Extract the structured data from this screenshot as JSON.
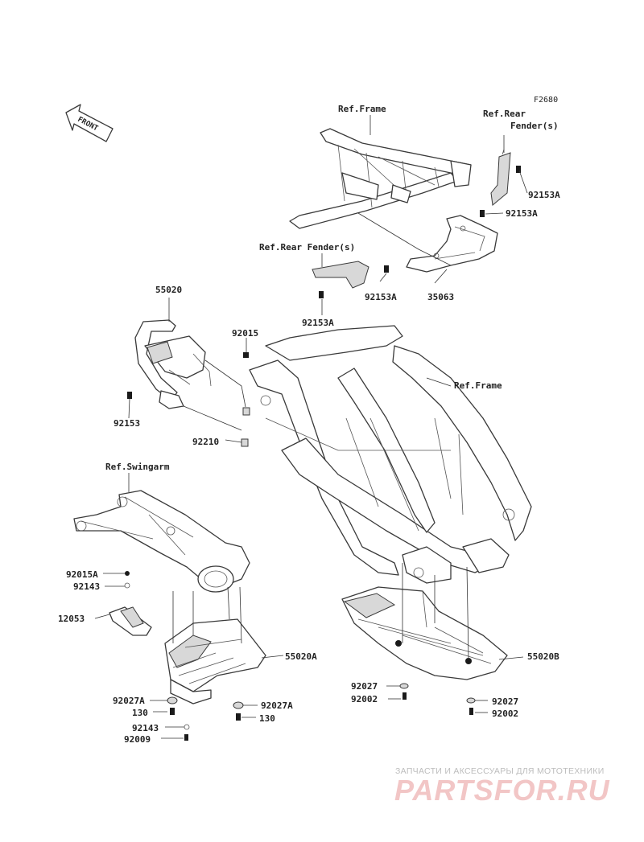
{
  "figure_code": "F2680",
  "front_arrow": "FRONT",
  "reference_labels": {
    "top_frame": "Ref.Frame",
    "rear_fender_right": "Ref.Rear\nFender(s)",
    "rear_fender_left": "Ref.Rear Fender(s)",
    "main_frame": "Ref.Frame",
    "swingarm": "Ref.Swingarm"
  },
  "parts": [
    {
      "id": "92153A_1",
      "number": "92153A"
    },
    {
      "id": "92153A_2",
      "number": "92153A"
    },
    {
      "id": "92153A_3",
      "number": "92153A"
    },
    {
      "id": "92153A_4",
      "number": "92153A"
    },
    {
      "id": "35063",
      "number": "35063"
    },
    {
      "id": "55020",
      "number": "55020"
    },
    {
      "id": "92015",
      "number": "92015"
    },
    {
      "id": "92153",
      "number": "92153"
    },
    {
      "id": "92210",
      "number": "92210"
    },
    {
      "id": "92015A",
      "number": "92015A"
    },
    {
      "id": "92143_1",
      "number": "92143"
    },
    {
      "id": "12053",
      "number": "12053"
    },
    {
      "id": "55020A",
      "number": "55020A"
    },
    {
      "id": "92027A_1",
      "number": "92027A"
    },
    {
      "id": "130_1",
      "number": "130"
    },
    {
      "id": "92143_2",
      "number": "92143"
    },
    {
      "id": "92009",
      "number": "92009"
    },
    {
      "id": "92027A_2",
      "number": "92027A"
    },
    {
      "id": "130_2",
      "number": "130"
    },
    {
      "id": "55020B",
      "number": "55020B"
    },
    {
      "id": "92027_1",
      "number": "92027"
    },
    {
      "id": "92002_1",
      "number": "92002"
    },
    {
      "id": "92027_2",
      "number": "92027"
    },
    {
      "id": "92002_2",
      "number": "92002"
    }
  ],
  "watermark": {
    "subtitle": "ЗАПЧАСТИ И АКСЕССУАРЫ ДЛЯ МОТОТЕХНИКИ",
    "logo": "PARTSFOR.RU"
  }
}
